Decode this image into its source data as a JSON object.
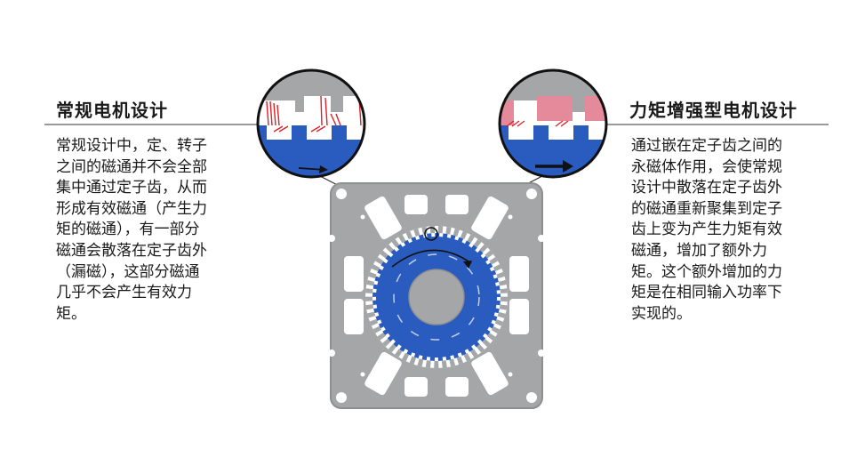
{
  "left_panel": {
    "heading": "常规电机设计",
    "body": "常规设计中，定、转子\n之间的磁通并不会全部\n集中通过定子齿，从而\n形成有效磁通（产生力\n矩的磁通），有一部分\n磁通会散落在定子齿外\n（漏磁），这部分磁通\n几乎不会产生有效力\n矩。"
  },
  "right_panel": {
    "heading": "力矩增强型电机设计",
    "body": "通过嵌在定子齿之间的\n永磁体作用，会使常规\n设计中散落在定子齿外\n的磁通重新聚集到定子\n齿上变为产生力矩有效\n磁通，增加了额外力\n矩。这个额外增加的力\n矩是在相同输入功率下\n实现的。"
  },
  "colors": {
    "stator": "#a4a6a8",
    "rotor": "#2a5bbf",
    "magnet": "#e58a9a",
    "leak_flux": "#d8232a",
    "rule": "#9a9a9a"
  }
}
